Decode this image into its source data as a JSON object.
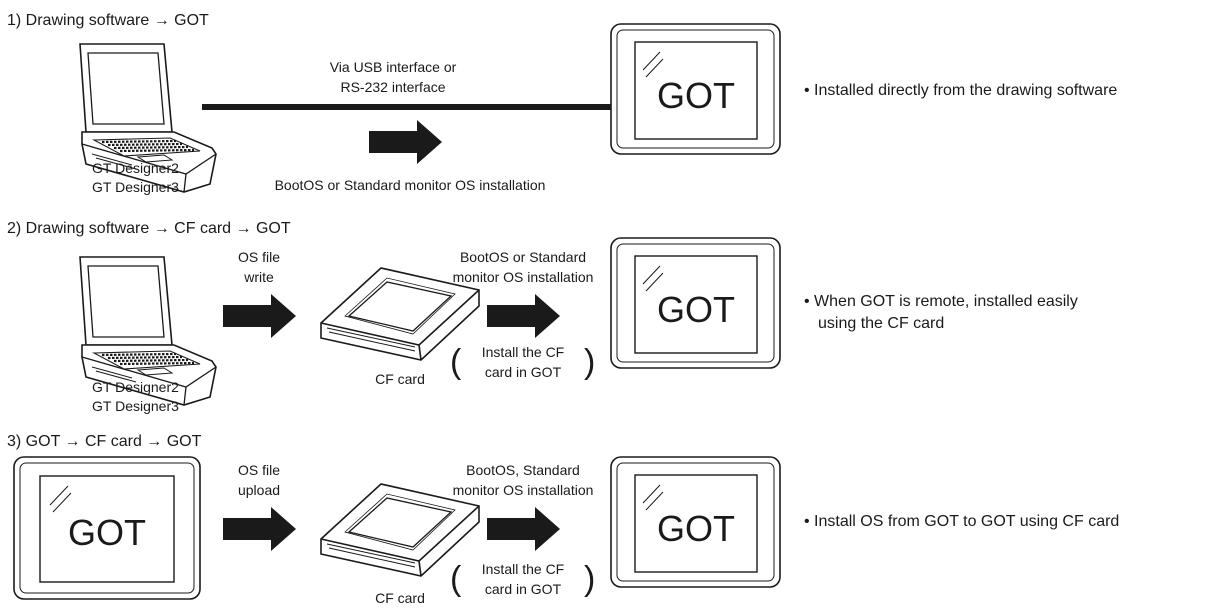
{
  "sections": [
    {
      "heading": "1) Drawing software → GOT",
      "software_lines": [
        "GT Designer2",
        "GT Designer3"
      ],
      "cable_label": [
        "Via USB interface or",
        "RS-232 interface"
      ],
      "arrow_label": [
        "BootOS or Standard monitor OS installation"
      ],
      "target_screen": "GOT",
      "note": "• Installed directly from the drawing software"
    },
    {
      "heading": "2) Drawing software → CF card → GOT",
      "software_lines": [
        "GT Designer2",
        "GT Designer3"
      ],
      "step1_label": [
        "OS file",
        "write"
      ],
      "card_label": "CF card",
      "step2_label": [
        "BootOS or Standard",
        "monitor OS installation"
      ],
      "paren_note": [
        "Install the CF",
        "card in GOT"
      ],
      "target_screen": "GOT",
      "note": [
        "• When GOT is remote, installed easily",
        "using the CF card"
      ]
    },
    {
      "heading": "3) GOT → CF card → GOT",
      "source_screen": "GOT",
      "step1_label": [
        "OS file",
        "upload"
      ],
      "card_label": "CF card",
      "step2_label": [
        "BootOS, Standard",
        "monitor OS installation"
      ],
      "paren_note": [
        "Install the CF",
        "card in GOT"
      ],
      "target_screen": "GOT",
      "note": "• Install OS from GOT to GOT using CF card"
    }
  ],
  "colors": {
    "ink": "#1a1a1a",
    "arrow": "#1a1a1a",
    "background": "#ffffff"
  }
}
